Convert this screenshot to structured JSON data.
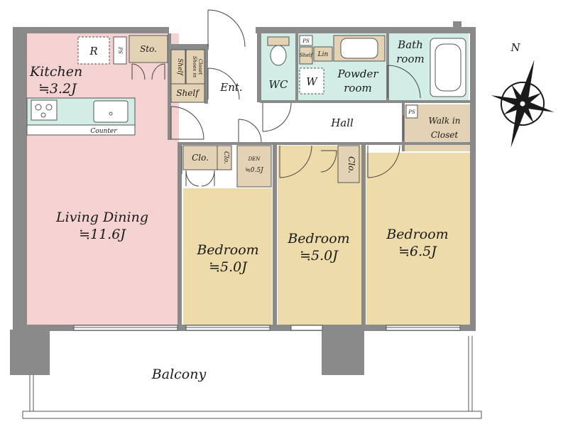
{
  "rooms": {
    "kitchen": {
      "name": "Kitchen",
      "size": "≒3.2J"
    },
    "living_dining": {
      "name": "Living Dining",
      "size": "≒11.6J"
    },
    "bedroom_1": {
      "name": "Bedroom",
      "size": "≒5.0J"
    },
    "bedroom_2": {
      "name": "Bedroom",
      "size": "≒5.0J"
    },
    "bedroom_3": {
      "name": "Bedroom",
      "size": "≒6.5J"
    },
    "den": {
      "name": "DEN",
      "size": "≒0.5J"
    },
    "wc": "WC",
    "powder_room": [
      "Powder",
      "room"
    ],
    "bathroom": [
      "Bath",
      "room"
    ],
    "walk_in_closet": [
      "Walk in",
      "Closet"
    ],
    "hall": "Hall",
    "entrance": "Ent.",
    "balcony": "Balcony"
  },
  "fixtures": {
    "refrigerator": "R",
    "pipe_space": "PS",
    "storage": "Sto.",
    "shelf": "Shelf",
    "shoes_in_closet": [
      "Shoes in",
      "Closet"
    ],
    "counter": "Counter",
    "closet": "Clo.",
    "linen": "Lin",
    "washer": "W"
  },
  "compass": {
    "north": "N"
  },
  "colors": {
    "living_pink": "#f5d2d2",
    "bedroom_tan": "#eddbaa",
    "wet_teal": "#d2ece6",
    "storage_beige": "#e3d3b4",
    "wall_gray": "#8a8a8a"
  }
}
